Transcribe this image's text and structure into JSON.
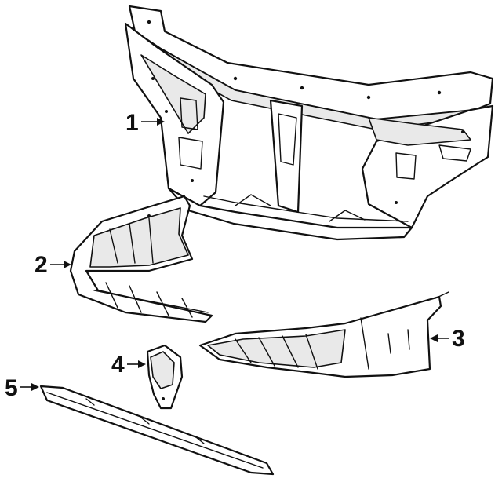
{
  "callouts": {
    "c1": "1",
    "c2": "2",
    "c3": "3",
    "c4": "4",
    "c5": "5"
  },
  "parts": [
    {
      "number": "1",
      "icon": "radiator-support-icon"
    },
    {
      "number": "2",
      "icon": "splash-shield-left-icon"
    },
    {
      "number": "3",
      "icon": "splash-shield-right-icon"
    },
    {
      "number": "4",
      "icon": "bracket-icon"
    },
    {
      "number": "5",
      "icon": "lower-deflector-icon"
    }
  ],
  "colors": {
    "line": "#111111",
    "background": "#ffffff",
    "shade": "#e9e9e9"
  }
}
